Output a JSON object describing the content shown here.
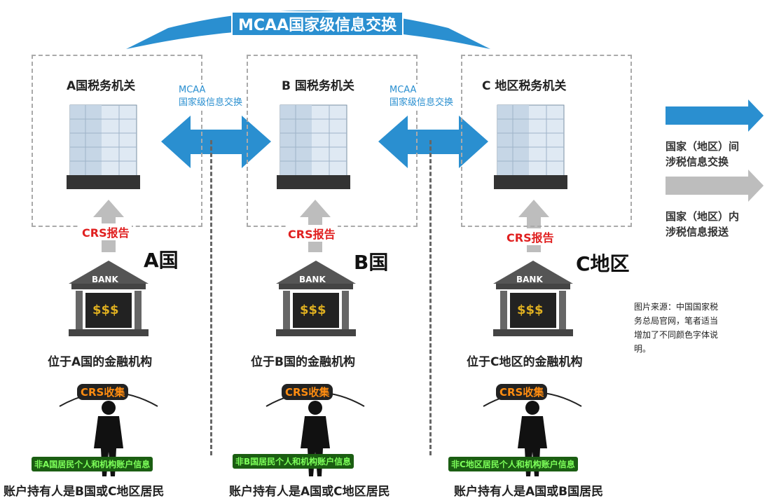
{
  "top_exchange": "MCAA国家级信息交换",
  "authorities": [
    {
      "title": "A国税务机关"
    },
    {
      "title": "B 国税务机关"
    },
    {
      "title": "C 地区税务机关"
    }
  ],
  "mcaa_links": [
    {
      "line1": "MCAA",
      "line2": "国家级信息交换"
    },
    {
      "line1": "MCAA",
      "line2": "国家级信息交换"
    }
  ],
  "crs_report": "CRS报告",
  "countries": [
    "A国",
    "B国",
    "C地区"
  ],
  "bank_label": "BANK",
  "bank_symbol": "$$$",
  "institutions": [
    "位于A国的金融机构",
    "位于B国的金融机构",
    "位于C地区的金融机构"
  ],
  "crs_collect": "CRS收集",
  "account_info": [
    "非A国居民个人和机构账户信息",
    "非B国居民个人和机构账户信息",
    "非C地区居民个人和机构账户信息"
  ],
  "holders": [
    "账户持有人是B国或C地区居民",
    "账户持有人是A国或C地区居民",
    "账户持有人是A国或B国居民"
  ],
  "legend": {
    "blue_line1": "国家（地区）间",
    "blue_line2": "涉税信息交换",
    "gray_line1": "国家（地区）内",
    "gray_line2": "涉税信息报送"
  },
  "note": "图片来源：中国国家税务总局官网，笔者适当增加了不同颜色字体说明。",
  "colors": {
    "blue": "#2a8fd0",
    "gray": "#bdbdbd",
    "red": "#e02020",
    "orange": "#ff8c10",
    "green": "#7dff5a"
  }
}
